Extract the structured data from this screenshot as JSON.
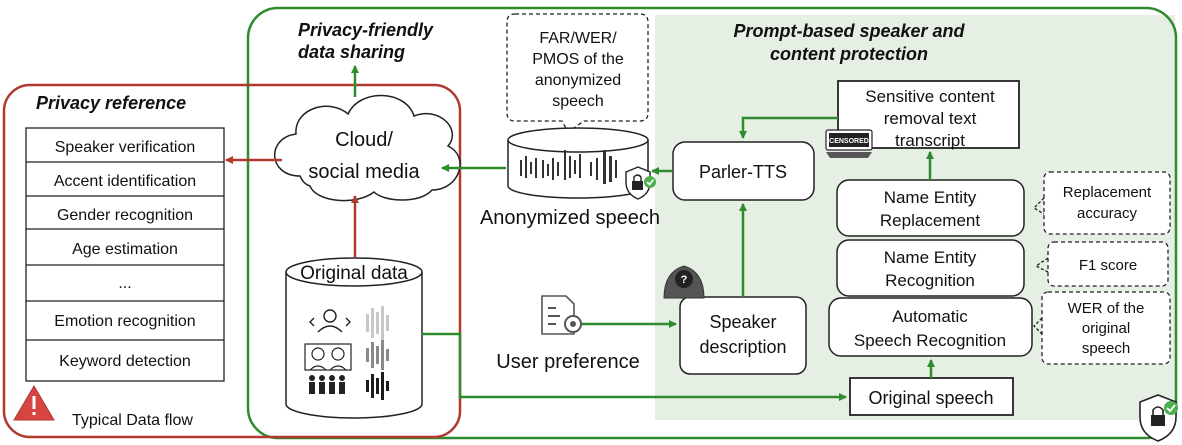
{
  "privacy_reference": {
    "title": "Privacy reference",
    "tasks": [
      "Speaker verification",
      "Accent identification",
      "Gender recognition",
      "Age estimation",
      "...",
      "Emotion recognition",
      "Keyword detection"
    ]
  },
  "sharing": {
    "title_line1": "Privacy-friendly",
    "title_line2": "data sharing"
  },
  "cloud": {
    "line1": "Cloud/",
    "line2": "social media"
  },
  "original_data": {
    "label": "Original data"
  },
  "metrics_callout": {
    "lines": [
      "FAR/WER/",
      "PMOS of the",
      "anonymized",
      "speech"
    ]
  },
  "anonymized": {
    "label": "Anonymized speech"
  },
  "user_preference": {
    "label": "User preference"
  },
  "protection": {
    "title_line1": "Prompt-based  speaker and",
    "title_line2": "content protection"
  },
  "parler": {
    "label": "Parler-TTS"
  },
  "sensitive": {
    "lines": [
      "Sensitive content",
      "removal text",
      "transcript"
    ],
    "badge": "CENSORED"
  },
  "ner_replacement": {
    "line1": "Name Entity",
    "line2": "Replacement"
  },
  "ner_recognition": {
    "line1": "Name Entity",
    "line2": "Recognition"
  },
  "asr": {
    "line1": "Automatic",
    "line2": "Speech Recognition"
  },
  "speaker_desc": {
    "line1": "Speaker",
    "line2": "description"
  },
  "original_speech": {
    "label": "Original speech"
  },
  "notes": {
    "replacement": [
      "Replacement",
      "accuracy"
    ],
    "f1": [
      "F1 score"
    ],
    "wer": [
      "WER of the",
      "original",
      "speech"
    ]
  },
  "legend": {
    "typical_flow": "Typical Data flow"
  },
  "colors": {
    "green": "#2e8b2e",
    "red": "#b03a2e",
    "panel": "#e6efe4",
    "warning": "#d64541"
  }
}
